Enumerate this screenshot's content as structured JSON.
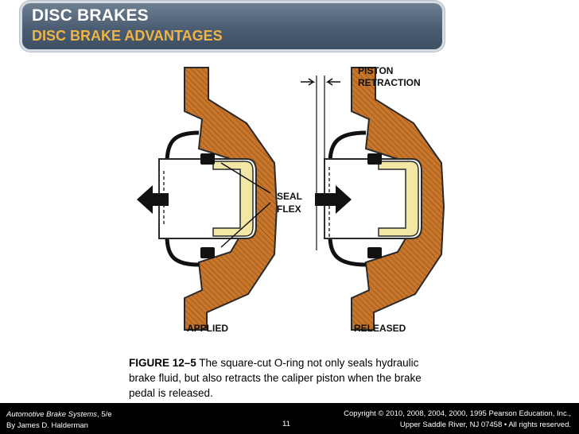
{
  "header": {
    "title": "DISC BRAKES",
    "subtitle": "DISC BRAKE ADVANTAGES"
  },
  "diagram": {
    "labels": {
      "piston_retraction_1": "PISTON",
      "piston_retraction_2": "RETRACTION",
      "seal_flex_1": "SEAL",
      "seal_flex_2": "FLEX",
      "applied": "APPLIED",
      "released": "RELEASED"
    },
    "colors": {
      "housing": "#c8762b",
      "housing_hatch": "#8a4a14",
      "seal": "#1a1a1a",
      "piston_fill": "#f3e7a6",
      "piston_stroke": "#2a2a2a"
    }
  },
  "caption": {
    "figure_label": "FIGURE 12–5",
    "text": " The square-cut O-ring not only seals hydraulic brake fluid, but also retracts the caliper piston when the brake pedal is released."
  },
  "footer": {
    "book_title": "Automotive Brake Systems",
    "edition": ", 5/e",
    "author": "By James D. Halderman",
    "page_number": "11",
    "copyright_line1": "Copyright © 2010, 2008, 2004, 2000, 1995 Pearson Education, Inc.,",
    "copyright_line2": "Upper Saddle River, NJ 07458 • All rights reserved."
  }
}
